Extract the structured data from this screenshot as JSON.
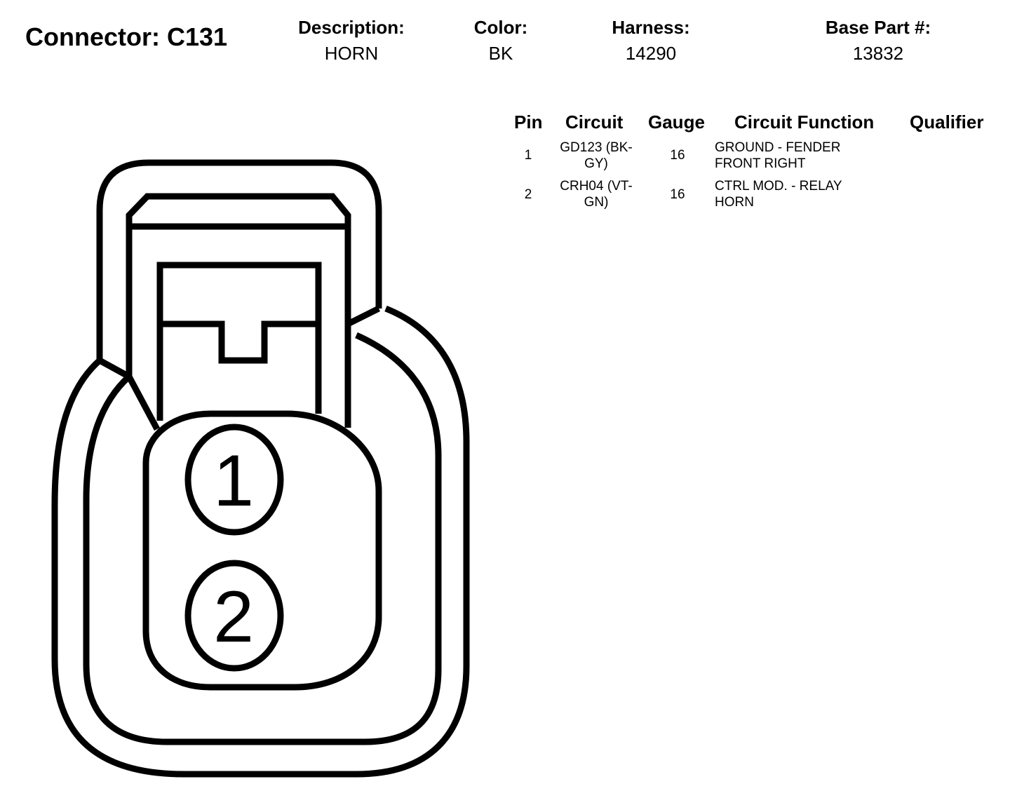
{
  "connector": {
    "title": "Connector: C131"
  },
  "header": {
    "description": {
      "label": "Description:",
      "value": "HORN"
    },
    "color": {
      "label": "Color:",
      "value": "BK"
    },
    "harness": {
      "label": "Harness:",
      "value": "14290"
    },
    "base_part": {
      "label": "Base Part #:",
      "value": "13832"
    }
  },
  "table": {
    "columns": [
      "Pin",
      "Circuit",
      "Gauge",
      "Circuit Function",
      "Qualifier"
    ],
    "rows": [
      {
        "pin": "1",
        "circuit": "GD123 (BK-\nGY)",
        "gauge": "16",
        "function": "GROUND - FENDER\nFRONT RIGHT",
        "qualifier": ""
      },
      {
        "pin": "2",
        "circuit": "CRH04 (VT-\nGN)",
        "gauge": "16",
        "function": "CTRL MOD. - RELAY\nHORN",
        "qualifier": ""
      }
    ]
  },
  "diagram": {
    "pin_labels": [
      "1",
      "2"
    ]
  }
}
